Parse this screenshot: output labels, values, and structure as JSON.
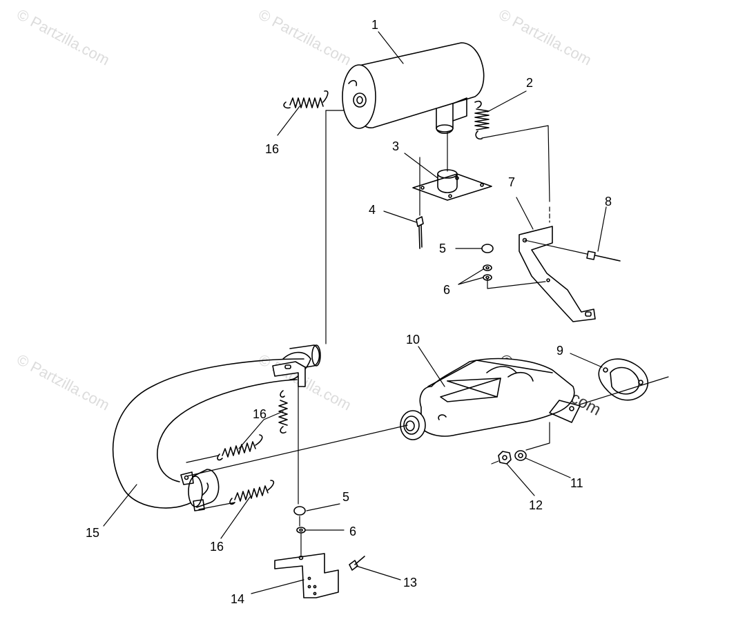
{
  "watermark": "© Partzilla.com",
  "callouts": {
    "c1": "1",
    "c2": "2",
    "c3": "3",
    "c4": "4",
    "c5a": "5",
    "c5b": "5",
    "c6a": "6",
    "c6b": "6",
    "c7": "7",
    "c8": "8",
    "c9": "9",
    "c10": "10",
    "c11": "11",
    "c12": "12",
    "c13": "13",
    "c14": "14",
    "c15": "15",
    "c16a": "16",
    "c16b": "16",
    "c16c": "16"
  }
}
